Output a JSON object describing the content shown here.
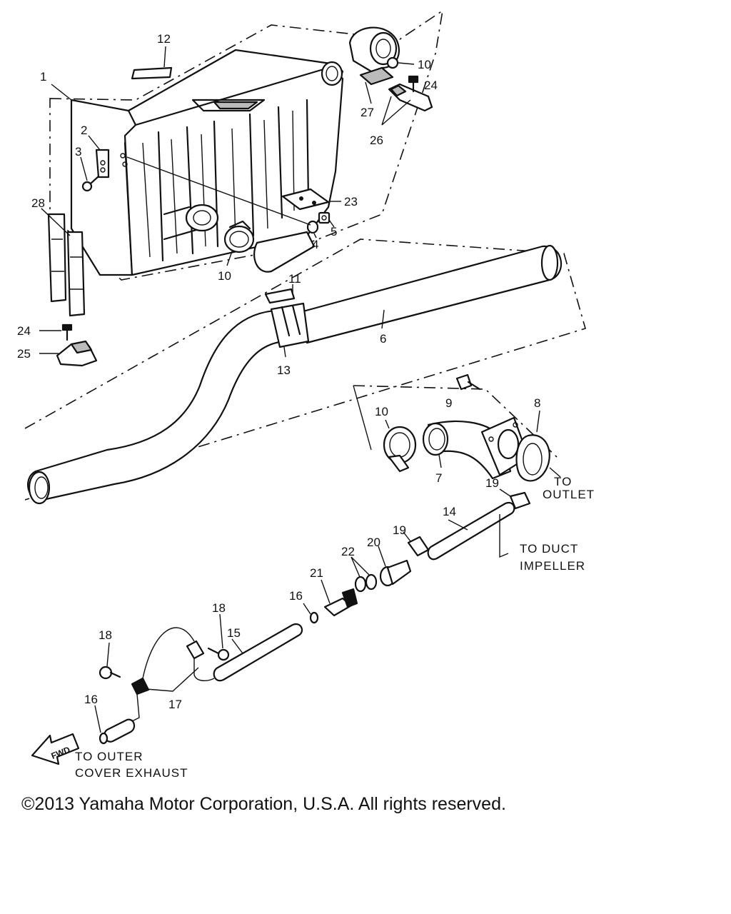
{
  "callouts": {
    "c1": "1",
    "c2": "2",
    "c3": "3",
    "c4": "4",
    "c5": "5",
    "c6": "6",
    "c7": "7",
    "c8": "8",
    "c9": "9",
    "c10a": "10",
    "c10b": "10",
    "c10c": "10",
    "c11": "11",
    "c12": "12",
    "c13": "13",
    "c14": "14",
    "c15": "15",
    "c16a": "16",
    "c16b": "16",
    "c17": "17",
    "c18a": "18",
    "c18b": "18",
    "c19a": "19",
    "c19b": "19",
    "c20": "20",
    "c21": "21",
    "c22": "22",
    "c23": "23",
    "c24a": "24",
    "c24b": "24",
    "c25": "25",
    "c26": "26",
    "c27": "27",
    "c28": "28"
  },
  "notes": {
    "outlet_l1": "TO",
    "outlet_l2": "OUTLET",
    "duct_l1": "TO DUCT",
    "duct_l2": "IMPELLER",
    "outer_l1": "TO OUTER",
    "outer_l2": "COVER EXHAUST",
    "fwd": "FWD"
  },
  "copyright": "©2013 Yamaha Motor Corporation, U.S.A. All rights reserved."
}
